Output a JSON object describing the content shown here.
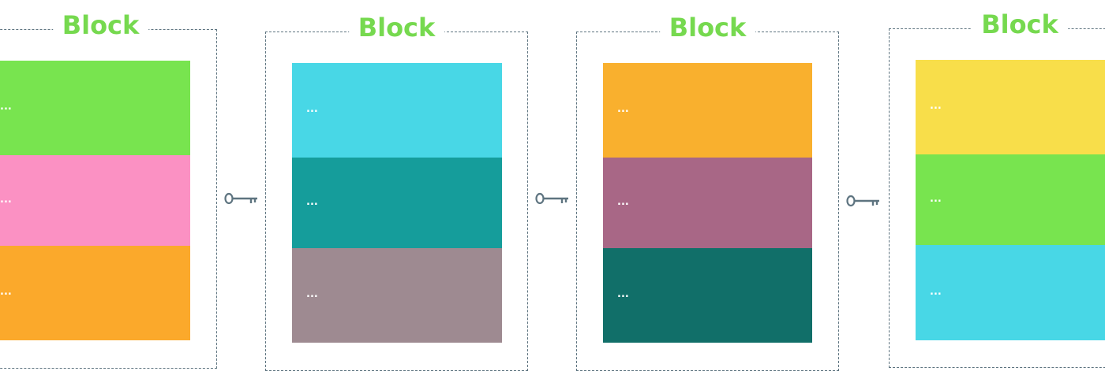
{
  "colors": {
    "title": "#76d94f",
    "border": "#5e7480",
    "key": "#5e7480",
    "green": "#78e44f",
    "pink": "#fb91c3",
    "orange": "#fba92b",
    "cyan": "#48d7e6",
    "teal": "#159d9b",
    "mauve": "#9e8a91",
    "amber": "#f9b02e",
    "plum": "#a86786",
    "dark_teal": "#116f69",
    "yellow": "#f8de4a"
  },
  "blocks": [
    {
      "title": "Block",
      "cells": [
        {
          "text": "...",
          "color": "#78e44f"
        },
        {
          "text": "...",
          "color": "#fb91c3"
        },
        {
          "text": "...",
          "color": "#fba92b"
        }
      ]
    },
    {
      "title": "Block",
      "cells": [
        {
          "text": "...",
          "color": "#48d7e6"
        },
        {
          "text": "...",
          "color": "#159d9b"
        },
        {
          "text": "...",
          "color": "#9e8a91"
        }
      ]
    },
    {
      "title": "Block",
      "cells": [
        {
          "text": "...",
          "color": "#f9b02e"
        },
        {
          "text": "...",
          "color": "#a86786"
        },
        {
          "text": "...",
          "color": "#116f69"
        }
      ]
    },
    {
      "title": "Block",
      "cells": [
        {
          "text": "...",
          "color": "#f8de4a"
        },
        {
          "text": "...",
          "color": "#78e44f"
        },
        {
          "text": "...",
          "color": "#48d7e6"
        }
      ]
    }
  ],
  "connectors": [
    {
      "icon": "key-icon"
    },
    {
      "icon": "key-icon"
    },
    {
      "icon": "key-icon"
    }
  ]
}
